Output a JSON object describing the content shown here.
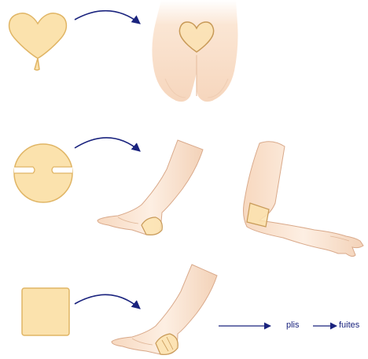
{
  "colors": {
    "dressing_fill": "#fbe2ad",
    "dressing_stroke": "#e0b565",
    "skin": "#fbe7d5",
    "skin_shade": "#efcaae",
    "skin_outline": "#d9a98a",
    "arrow": "#1a237e"
  },
  "rows": [
    {
      "dressing_shape": "heart",
      "applied_to": "buttocks"
    },
    {
      "dressing_shape": "round-notched",
      "applied_to": [
        "heel",
        "elbow"
      ]
    },
    {
      "dressing_shape": "square",
      "applied_to": "heel"
    }
  ],
  "result": {
    "label_plis": "plis",
    "label_fuites": "fuites"
  }
}
